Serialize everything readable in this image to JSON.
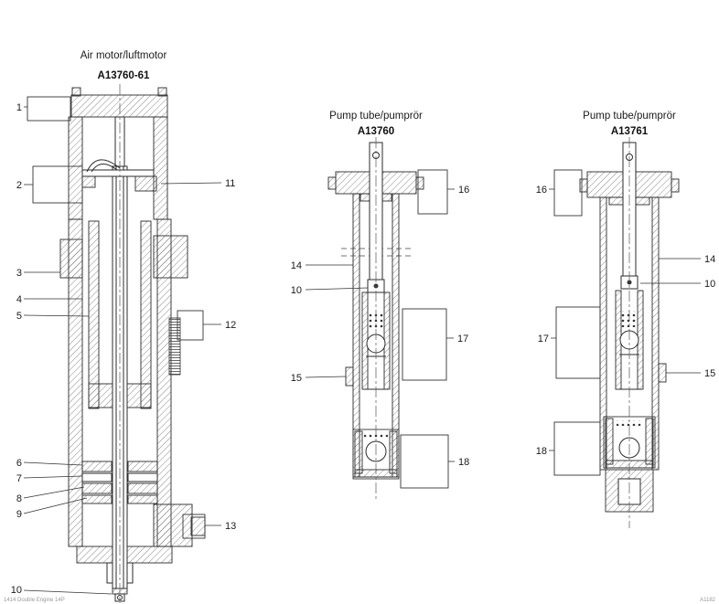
{
  "page": {
    "background": "#ffffff"
  },
  "titles": {
    "air_motor": {
      "line1": "Air motor/luftmotor",
      "part_no": "A13760-61"
    },
    "pump_tube_1": {
      "line1": "Pump tube/pumprör",
      "part_no": "A13760"
    },
    "pump_tube_2": {
      "line1": "Pump tube/pumprör",
      "part_no": "A13761"
    }
  },
  "callouts": {
    "air_motor": {
      "n1": "1",
      "n2": "2",
      "n3": "3",
      "n4": "4",
      "n5": "5",
      "n6": "6",
      "n7": "7",
      "n8": "8",
      "n9": "9",
      "n10": "10",
      "n11": "11",
      "n12": "12",
      "n13": "13"
    },
    "pump_tube_1": {
      "n16": "16",
      "n14": "14",
      "n10": "10",
      "n17": "17",
      "n15": "15",
      "n18": "18"
    },
    "pump_tube_2": {
      "n16": "16",
      "n14": "14",
      "n10": "10",
      "n17": "17",
      "n15": "15",
      "n18": "18"
    }
  },
  "footer": {
    "left": "1414 Double Engine 14P",
    "right": "A1182"
  },
  "colors": {
    "line": "#2b2b2b",
    "hatch": "#6b6b6b",
    "leader": "#333333"
  }
}
